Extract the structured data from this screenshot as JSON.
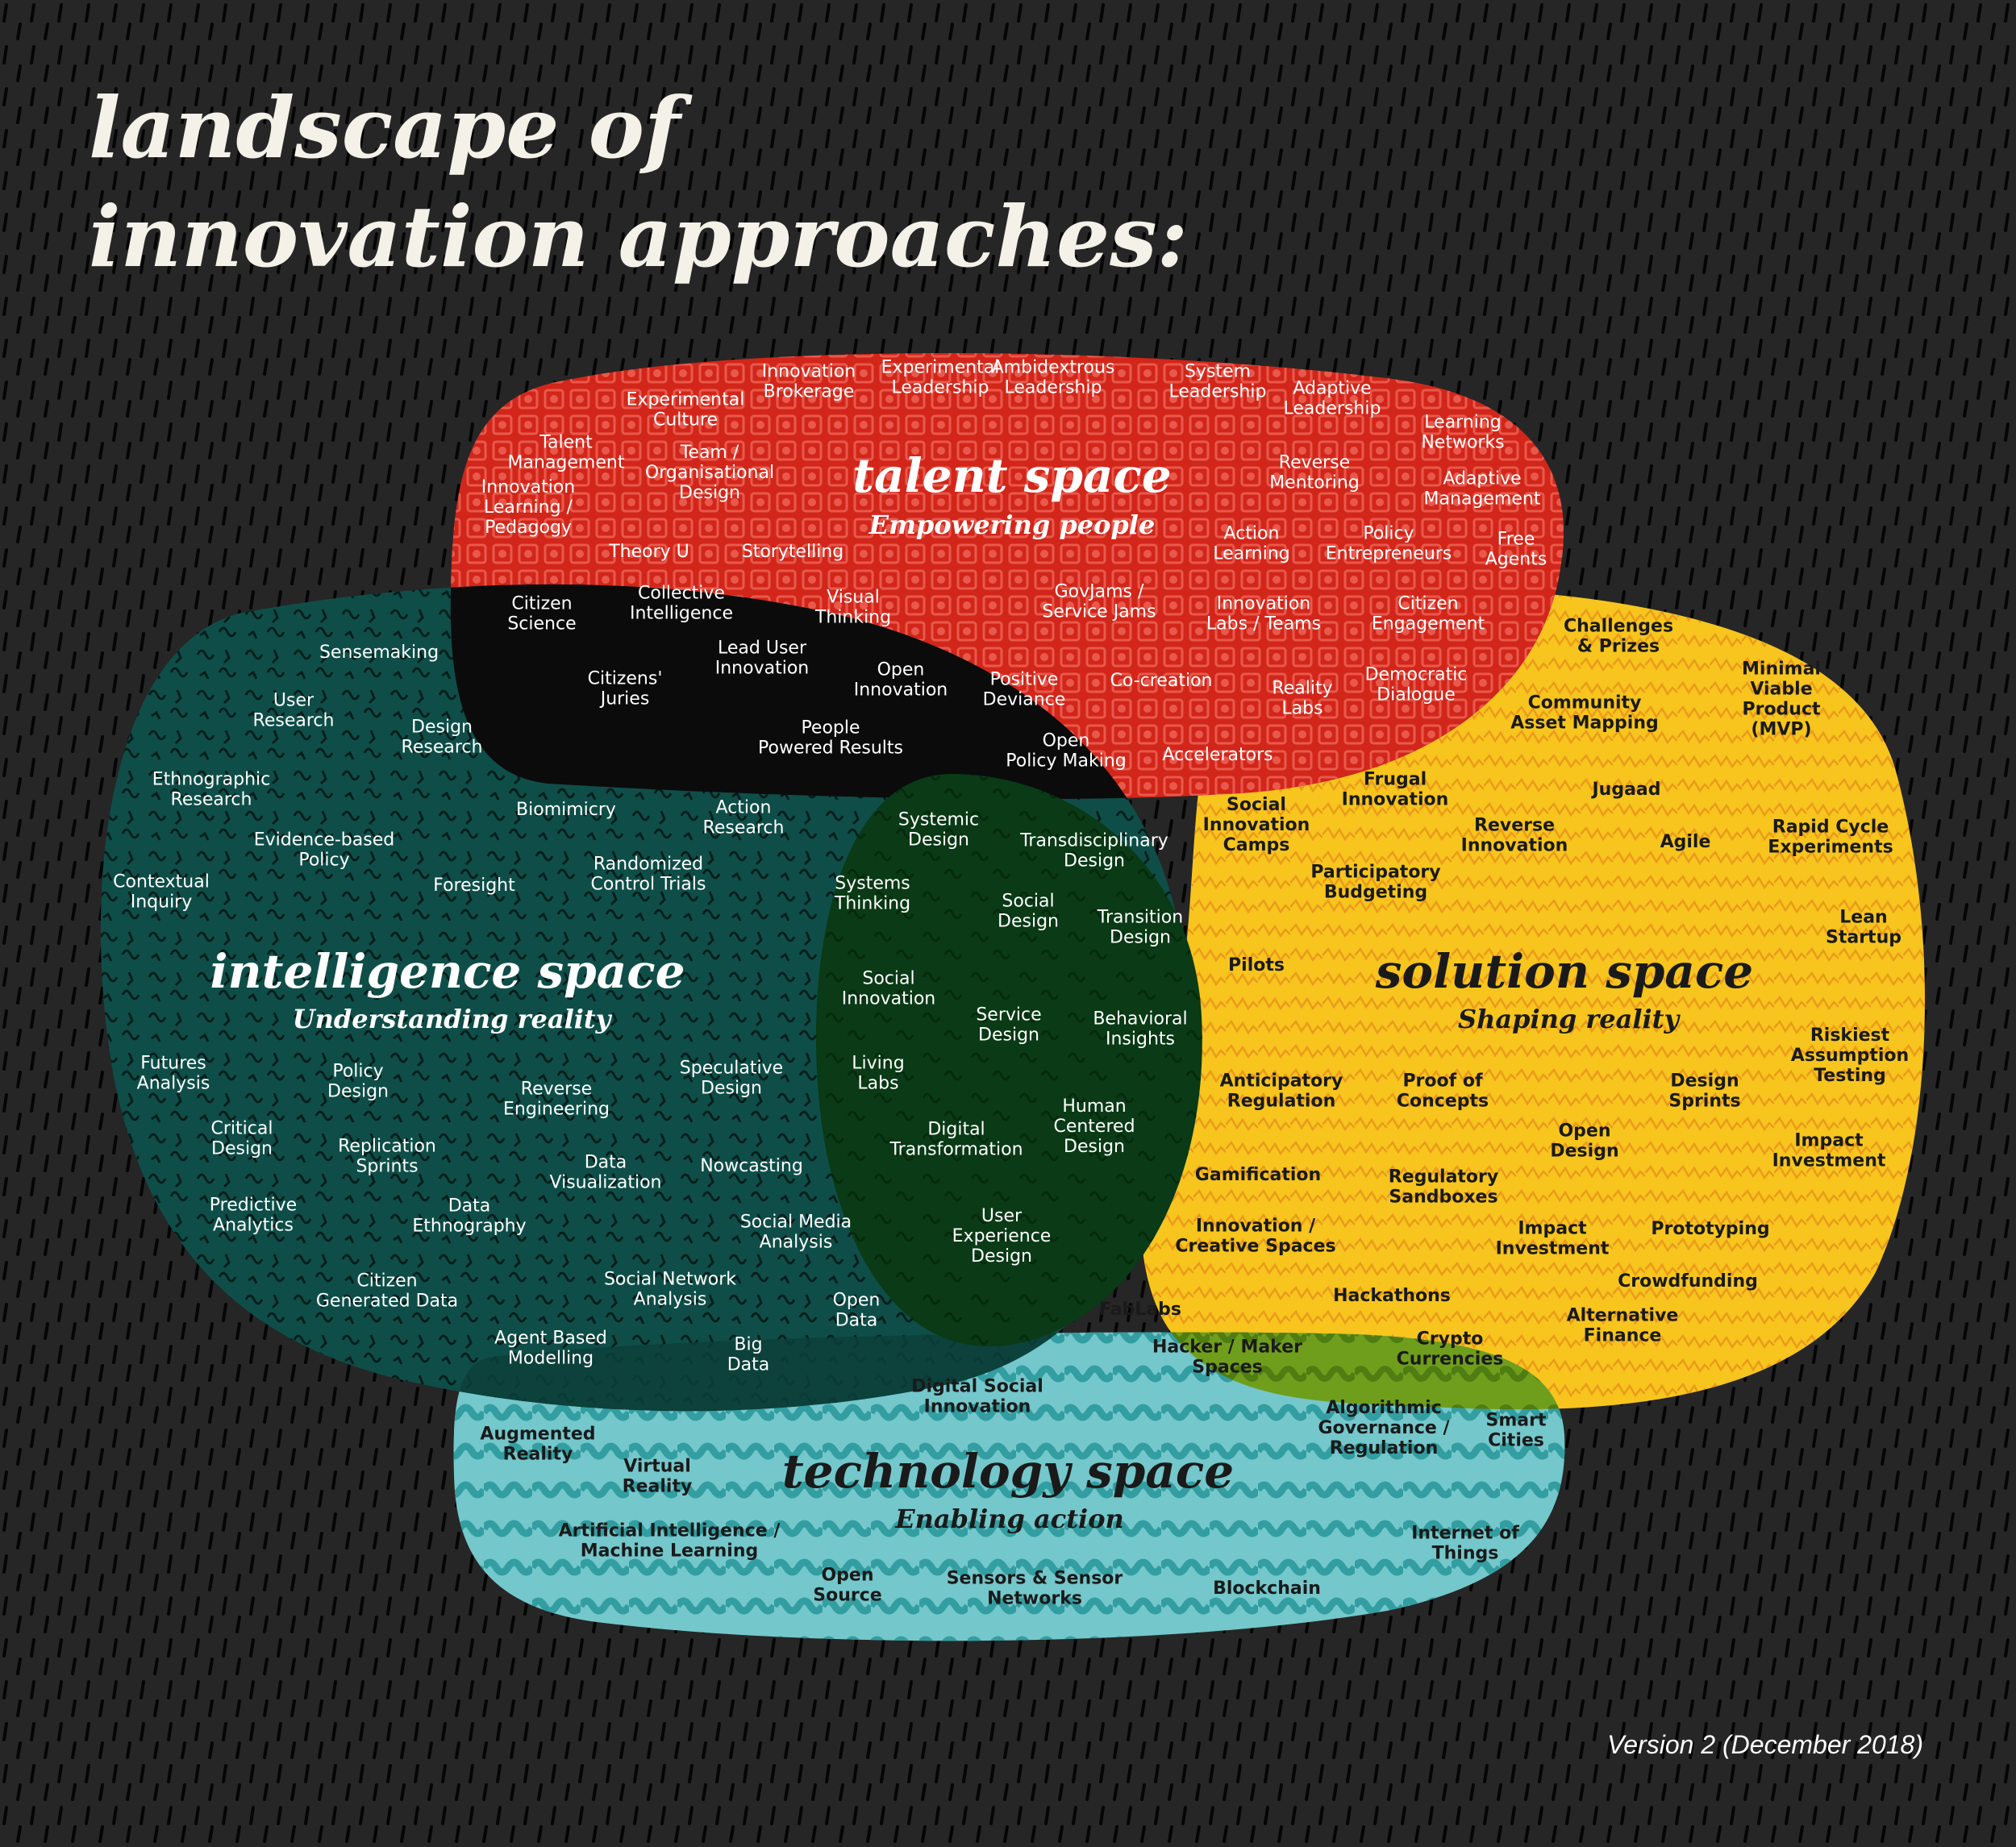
{
  "title_line1": "landscape of",
  "title_line2": "innovation approaches:",
  "version": "Version 2 (December 2018)",
  "colors": {
    "background": "#262626",
    "talent": "#d2261a",
    "solution": "#f7c51d",
    "intelligence": "#0f4e48",
    "technology": "#74c7cb",
    "overlap_talent_intelligence": "#0b0b0b",
    "overlap_core": "#0a3a16",
    "overlap_solution_technology": "#6f9e1c"
  },
  "spaces": {
    "talent": {
      "title": "talent space",
      "subtitle": "Empowering people"
    },
    "intelligence": {
      "title": "intelligence space",
      "subtitle": "Understanding reality"
    },
    "solution": {
      "title": "solution space",
      "subtitle": "Shaping reality"
    },
    "technology": {
      "title": "technology space",
      "subtitle": "Enabling action"
    }
  },
  "labels": {
    "talent": [
      "Innovation\nBrokerage",
      "Experimental\nLeadership",
      "Ambidextrous\nLeadership",
      "System\nLeadership",
      "Adaptive\nLeadership",
      "Experimental\nCulture",
      "Learning\nNetworks",
      "Talent\nManagement",
      "Team /\nOrganisational\nDesign",
      "Reverse\nMentoring",
      "Adaptive\nManagement",
      "Innovation\nLearning /\nPedagogy",
      "Theory U",
      "Storytelling",
      "Action\nLearning",
      "Policy\nEntrepreneurs",
      "Free\nAgents",
      "GovJams /\nService Jams",
      "Innovation\nLabs / Teams",
      "Citizen\nEngagement",
      "Co-creation",
      "Democratic\nDialogue",
      "Reality\nLabs",
      "Accelerators"
    ],
    "talent_intelligence": [
      "Citizen\nScience",
      "Collective\nIntelligence",
      "Visual\nThinking",
      "Lead User\nInnovation",
      "Citizens'\nJuries",
      "Open\nInnovation",
      "Positive\nDeviance",
      "People\nPowered Results",
      "Open\nPolicy Making"
    ],
    "intelligence": [
      "Sensemaking",
      "User\nResearch",
      "Design\nResearch",
      "Ethnographic\nResearch",
      "Biomimicry",
      "Action\nResearch",
      "Evidence-based\nPolicy",
      "Contextual\nInquiry",
      "Foresight",
      "Randomized\nControl Trials",
      "Futures\nAnalysis",
      "Policy\nDesign",
      "Reverse\nEngineering",
      "Speculative\nDesign",
      "Critical\nDesign",
      "Replication\nSprints",
      "Data\nVisualization",
      "Nowcasting",
      "Predictive\nAnalytics",
      "Data\nEthnography",
      "Social Media\nAnalysis",
      "Citizen\nGenerated Data",
      "Social Network\nAnalysis",
      "Open\nData",
      "Agent Based\nModelling",
      "Big\nData"
    ],
    "core": [
      "Systemic\nDesign",
      "Transdisciplinary\nDesign",
      "Systems\nThinking",
      "Social\nDesign",
      "Transition\nDesign",
      "Social\nInnovation",
      "Service\nDesign",
      "Behavioral\nInsights",
      "Living\nLabs",
      "Human\nCentered\nDesign",
      "Digital\nTransformation",
      "User\nExperience\nDesign"
    ],
    "solution": [
      "Challenges\n& Prizes",
      "Community\nAsset Mapping",
      "Minimal\nViable\nProduct\n(MVP)",
      "Frugal\nInnovation",
      "Jugaad",
      "Social\nInnovation\nCamps",
      "Reverse\nInnovation",
      "Agile",
      "Rapid Cycle\nExperiments",
      "Participatory\nBudgeting",
      "Lean\nStartup",
      "Pilots",
      "Riskiest\nAssumption\nTesting",
      "Anticipatory\nRegulation",
      "Proof of\nConcepts",
      "Design\nSprints",
      "Open\nDesign",
      "Impact\nInvestment",
      "Gamification",
      "Regulatory\nSandboxes",
      "Prototyping",
      "Impact\nInvestment",
      "Crowdfunding",
      "Alternative\nFinance"
    ],
    "solution_technology": [
      "Innovation /\nCreative Spaces",
      "Hackathons",
      "FabLabs",
      "Hacker / Maker\nSpaces",
      "Crypto\nCurrencies"
    ],
    "technology": [
      "Digital Social\nInnovation",
      "Augmented\nReality",
      "Algorithmic\nGovernance /\nRegulation",
      "Smart\nCities",
      "Virtual\nReality",
      "Internet of\nThings",
      "Artificial Intelligence /\nMachine Learning",
      "Open\nSource",
      "Sensors & Sensor\nNetworks",
      "Blockchain"
    ]
  }
}
